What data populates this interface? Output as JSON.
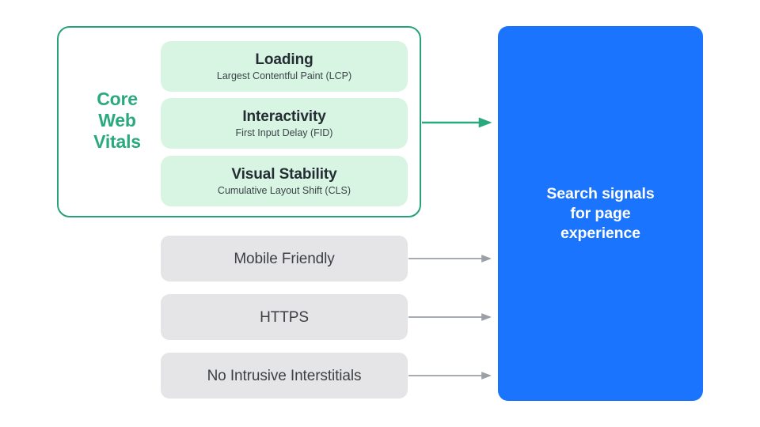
{
  "diagram": {
    "title": "Search signals for page experience",
    "colors": {
      "core_web_vitals_outline": "#27a17a",
      "core_web_vitals_label": "#2aa97f",
      "metric_pill_fill": "#d8f4e3",
      "other_signal_fill": "#e5e5e7",
      "destination_fill": "#1b74fd",
      "destination_text": "#ffffff",
      "green_arrow": "#2aa97f",
      "gray_arrow": "#9aa0a6",
      "body_text": "#3c4043",
      "background": "#ffffff"
    }
  },
  "core_web_vitals": {
    "group_label": "Core\nWeb\nVitals",
    "group_label_lines": [
      "Core",
      "Web",
      "Vitals"
    ],
    "metrics": [
      {
        "title": "Loading",
        "subtitle": "Largest Contentful Paint (LCP)"
      },
      {
        "title": "Interactivity",
        "subtitle": "First Input Delay (FID)"
      },
      {
        "title": "Visual Stability",
        "subtitle": "Cumulative Layout Shift (CLS)"
      }
    ]
  },
  "other_signals": [
    {
      "label": "Mobile Friendly"
    },
    {
      "label": "HTTPS"
    },
    {
      "label": "No Intrusive Interstitials"
    }
  ],
  "destination": {
    "label": "Search signals\nfor page\nexperience",
    "label_lines": [
      "Search signals",
      "for page",
      "experience"
    ]
  },
  "connections": [
    {
      "from": "core-web-vitals-group",
      "to": "search-signals-box",
      "color": "#2aa97f",
      "style": "arrow"
    },
    {
      "from": "mobile-friendly",
      "to": "search-signals-box",
      "color": "#9aa0a6",
      "style": "arrow"
    },
    {
      "from": "https",
      "to": "search-signals-box",
      "color": "#9aa0a6",
      "style": "arrow"
    },
    {
      "from": "no-intrusive-interstitials",
      "to": "search-signals-box",
      "color": "#9aa0a6",
      "style": "arrow"
    }
  ]
}
